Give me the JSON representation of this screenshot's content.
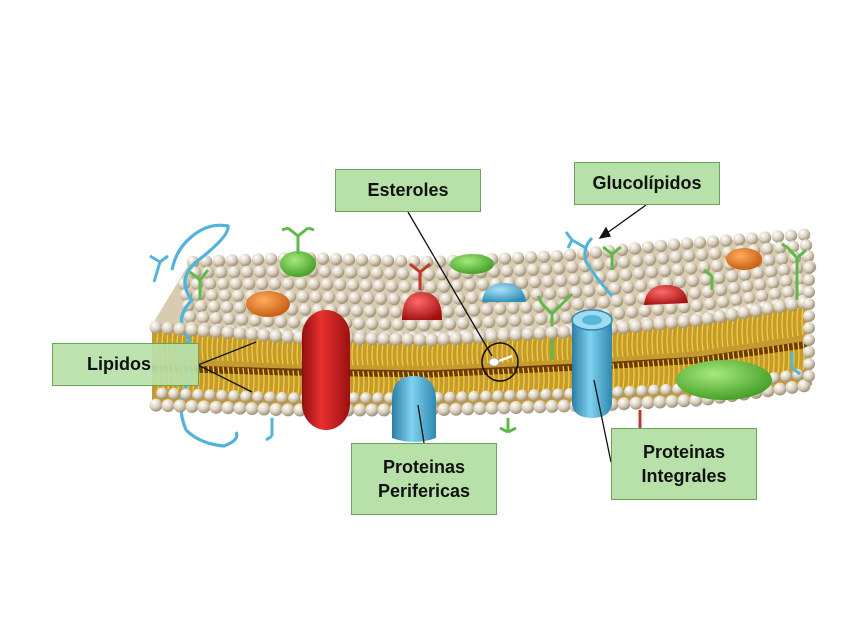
{
  "labels": {
    "esteroles": "Esteroles",
    "glucolipidos": "Glucolípidos",
    "lipidos": "Lipidos",
    "perifericas_line1": "Proteinas",
    "perifericas_line2": "Perifericas",
    "integrales_line1": "Proteinas",
    "integrales_line2": "Integrales"
  },
  "colors": {
    "label_fill": "#b7e1a9",
    "label_border": "#6aa25a",
    "lipid_head": "#ddd3c0",
    "lipid_tail": "#e8c23a",
    "membrane_core": "#7a4a10",
    "protein_red": "#d41f1f",
    "protein_blue": "#4fb3dc",
    "protein_green": "#6cc63a",
    "protein_orange": "#e8771a",
    "sugar_blue": "#52b6d6",
    "sugar_green": "#5fb84a",
    "sugar_red": "#c0392b"
  }
}
